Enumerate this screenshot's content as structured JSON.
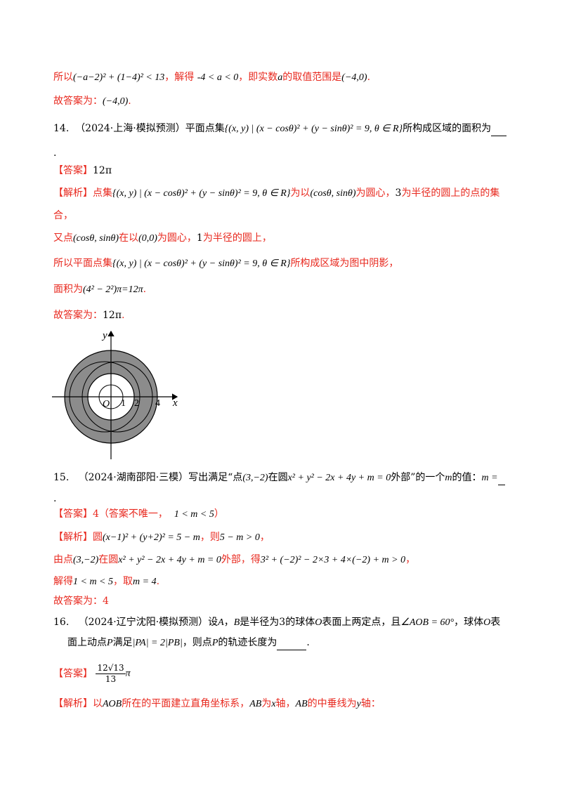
{
  "l1": {
    "a": "所以",
    "b": "(−a−2)² + (1−4)² < 13",
    "c": "，解得 ",
    "d": "-4 < a < 0",
    "e": "，即实数",
    "f": "a",
    "g": "的取值范围是",
    "h": "(−4,0)",
    "i": "."
  },
  "l2": {
    "a": "故答案为：",
    "b": "(−4,0)",
    "c": "."
  },
  "q14": {
    "num": "14.",
    "src": "（2024·上海·模拟预测）平面点集",
    "set": "{(x, y) | (x − cosθ)² + (y − sinθ)² = 9, θ ∈ R}",
    "tail": "所构成区域的面积为",
    "dot": "."
  },
  "a14": {
    "tag": "【答案】",
    "val": "12π"
  },
  "s14": {
    "tag": "【解析】",
    "l1a": "点集",
    "set": "{(x, y) | (x − cosθ)² + (y − sinθ)² = 9, θ ∈ R}",
    "l1b": "为以",
    "center": "(cosθ, sinθ)",
    "l1c": "为圆心，",
    "r3": "3",
    "l1d": "为半径的圆上的点的集",
    "l2": "合，",
    "l3a": "又点",
    "l3b": "(cosθ, sinθ)",
    "l3c": "在以",
    "l3d": "(0,0)",
    "l3e": "为圆心，",
    "r1": "1",
    "l3f": "为半径的圆上，",
    "l4a": "所以平面点集",
    "l4b": "{(x, y) | (x − cosθ)² + (y − sinθ)² = 9, θ ∈ R}",
    "l4c": "所构成区域为图中阴影，",
    "l5a": "面积为",
    "l5b": "(4² − 2²)π=12π",
    "l5c": ".",
    "l6a": "故答案为：",
    "l6b": "12π",
    "l6c": "."
  },
  "figure": {
    "y_label": "y",
    "x_label": "x",
    "origin": "O",
    "t1": "1",
    "t2": "2",
    "t4": "4",
    "shade_color": "#8c8c8c"
  },
  "q15": {
    "num": "15.",
    "src": "（2024·湖南邵阳·三模）写出满足“点",
    "p": "(3,−2)",
    "mid": "在圆",
    "circ": "x² + y² − 2x + 4y + m = 0",
    "tail": "外部”的一个",
    "mv": "m",
    "tail2": "的值：",
    "eq": "m =",
    "dot": "."
  },
  "a15": {
    "tag": "【答案】",
    "val": "4（答案不唯一，",
    "range": "1 < m < 5",
    "close": "）"
  },
  "s15": {
    "tag": "【解析】",
    "l1a": "圆",
    "l1b": "(x−1)² + (y+2)² = 5 − m",
    "l1c": "，则",
    "l1d": "5 − m > 0",
    "l1e": "，",
    "l2a": "由点",
    "l2b": "(3,−2)",
    "l2c": "在圆",
    "l2d": "x² + y² − 2x + 4y + m = 0",
    "l2e": "外部，得",
    "l2f": "3² + (−2)² − 2×3 + 4×(−2) + m > 0",
    "l2g": "，",
    "l3a": "解得",
    "l3b": "1 < m < 5",
    "l3c": "，取",
    "l3d": "m = 4",
    "l3e": ".",
    "l4": "故答案为：4"
  },
  "q16": {
    "num": "16.",
    "l1a": "（2024·辽宁沈阳·模拟预测）设",
    "A": "A",
    "comma": "，",
    "B": "B",
    "l1b": "是半径为",
    "r": "3",
    "l1c": "的球体",
    "O": "O",
    "l1d": "表面上两定点，且",
    "ang": "∠AOB = 60°",
    "l1e": "，球体",
    "O2": "O",
    "l1f": "表",
    "l2a": "面上动点",
    "P": "P",
    "l2b": "满足",
    "cond": "|PA| = 2|PB|",
    "l2c": "，则点",
    "P2": "P",
    "l2d": "的轨迹长度为",
    "dot": "."
  },
  "a16": {
    "tag": "【答案】",
    "num": "12√13",
    "den": "13",
    "pi": "π"
  },
  "s16": {
    "tag": "【解析】",
    "a": "以",
    "b": "AOB",
    "c": "所在的平面建立直角坐标系，",
    "d": "AB",
    "e": "为",
    "f": "x",
    "g": "轴，",
    "h": "AB",
    "i": "的中垂线为",
    "j": "y",
    "k": "轴："
  }
}
